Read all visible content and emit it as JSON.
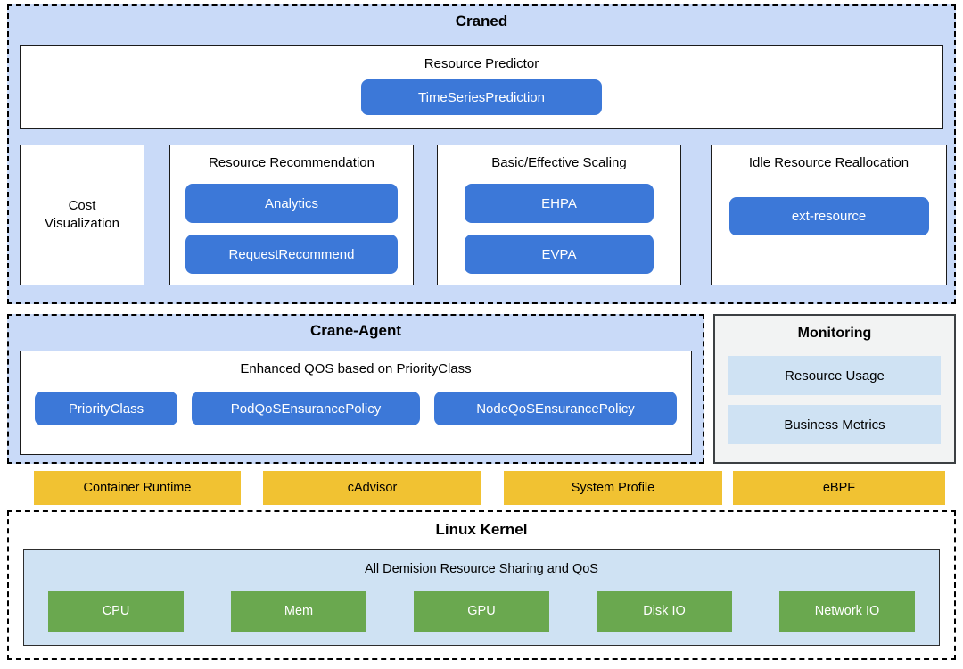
{
  "colors": {
    "section_blue_bg": "#c9daf8",
    "chip_blue": "#3c78d8",
    "bar_yellow": "#f1c232",
    "resource_green": "#6aa84f",
    "light_blue_fill": "#cfe2f3",
    "monitoring_bg": "#f2f3f3"
  },
  "craned": {
    "title": "Craned",
    "predictor": {
      "label": "Resource Predictor",
      "button": "TimeSeriesPrediction"
    },
    "cost": {
      "label": "Cost Visualization"
    },
    "recommendation": {
      "title": "Resource Recommendation",
      "buttons": [
        "Analytics",
        "RequestRecommend"
      ]
    },
    "scaling": {
      "title": "Basic/Effective Scaling",
      "buttons": [
        "EHPA",
        "EVPA"
      ]
    },
    "idle": {
      "title": "Idle Resource Reallocation",
      "button": "ext-resource"
    }
  },
  "crane_agent": {
    "title": "Crane-Agent",
    "qos": {
      "label": "Enhanced QOS based on PriorityClass",
      "buttons": [
        "PriorityClass",
        "PodQoSEnsurancePolicy",
        "NodeQoSEnsurancePolicy"
      ]
    }
  },
  "monitoring": {
    "title": "Monitoring",
    "items": [
      "Resource Usage",
      "Business Metrics"
    ]
  },
  "host_bars": [
    "Container Runtime",
    "cAdvisor",
    "System Profile",
    "eBPF"
  ],
  "kernel": {
    "title": "Linux Kernel",
    "sharing_label": "All Demision Resource Sharing and QoS",
    "resources": [
      "CPU",
      "Mem",
      "GPU",
      "Disk IO",
      "Network IO"
    ]
  }
}
